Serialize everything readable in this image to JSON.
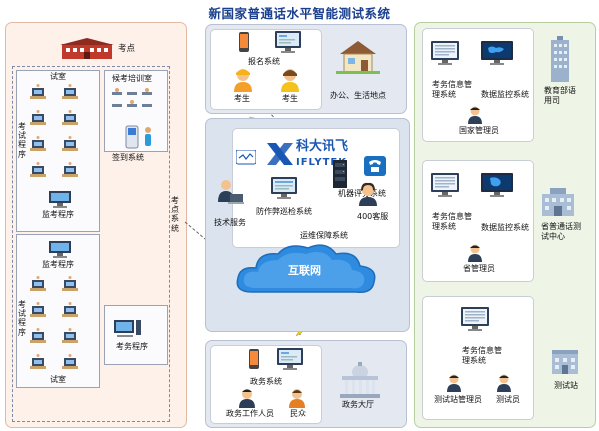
{
  "title": "新国家普通话水平智能测试系统",
  "left": {
    "exam_site": "考点",
    "exam_room": "试室",
    "exam_program_1": "考试程序",
    "exam_program_2": "考试程序",
    "waiting_room": "候考培训室",
    "checkin_system": "签到系统",
    "monitor_program_1": "监考程序",
    "monitor_program_2": "监考程序",
    "exam_affairs_program": "考务程序"
  },
  "middle": {
    "signup_system": "报名系统",
    "examinee_1": "考生",
    "examinee_2": "考生",
    "office_life": "办公、生活地点",
    "brand_cn": "科大讯飞",
    "brand_en": "IFLYTEK",
    "tech_service": "技术服务",
    "anti_cheat": "防作弊巡检系统",
    "machine_eval": "机器评分系统",
    "service_400": "400客服",
    "ops_system": "运维保障系统",
    "internet": "互联网",
    "gov_system": "政务系统",
    "gov_staff": "政务工作人员",
    "citizen": "民众",
    "gov_hall": "政务大厅",
    "site_system_label": "考点系统"
  },
  "right": {
    "ministry_label": "教育部语用司",
    "ministry_mgmt": "考务信息管理系统",
    "ministry_monitor": "数据监控系统",
    "ministry_admin": "国家管理员",
    "province_label": "省普通话测试中心",
    "province_mgmt": "考务信息管理系统",
    "province_monitor": "数据监控系统",
    "province_admin": "省管理员",
    "station_label": "测试站",
    "station_mgmt": "考务信息管理系统",
    "station_admin": "测试站管理员",
    "station_tester": "测试员"
  },
  "colors": {
    "title": "#1a3f8f",
    "left_panel": "#fdf1ea",
    "middle_panel": "#e4e9f1",
    "right_panel": "#eef5e6",
    "internet_cloud": "#2f8be0",
    "brand": "#1a57b4"
  }
}
